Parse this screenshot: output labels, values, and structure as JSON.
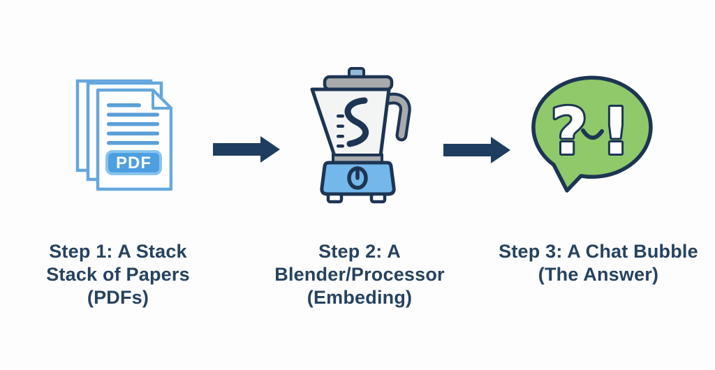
{
  "colors": {
    "background": "#fdfdfd",
    "navy": "#1d3553",
    "arrow": "#1f3d5e",
    "text": "#26425f",
    "paper_blue": "#66a7dd",
    "line_blue": "#5b9fd8",
    "badge_blue": "#4d9fe0",
    "badge_border": "#8ac4ee",
    "base_blue": "#74b7ea",
    "knob_blue": "#92b9d6",
    "gray": "#a8aaac",
    "jar_white": "#f3f4f4",
    "green": "#8fc96a"
  },
  "steps": [
    {
      "name": "pdf-stack",
      "pdf_badge_label": "PDF",
      "caption_lines": [
        "Step 1: A Stack",
        "Stack of Papers",
        "(PDFs)"
      ]
    },
    {
      "name": "blender",
      "caption_lines": [
        "Step 2: A",
        "Blender/Processor",
        "(Embeding)"
      ]
    },
    {
      "name": "chat-bubble",
      "question_glyph": "?",
      "exclamation_glyph": "!",
      "caption_lines": [
        "Step 3: A Chat Bubble",
        "(The Answer)"
      ]
    }
  ]
}
